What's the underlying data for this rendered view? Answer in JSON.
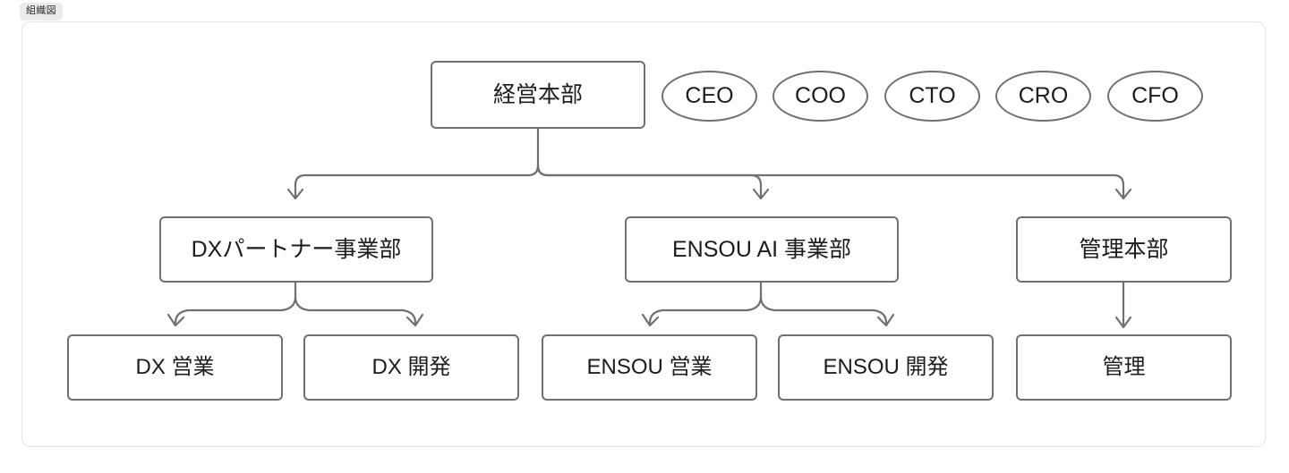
{
  "badge": {
    "label": "組織図"
  },
  "chart_data": {
    "type": "diagram",
    "title": "組織図",
    "orientation": "top-down",
    "levels": [
      {
        "level": 0,
        "nodes": [
          "経営本部"
        ]
      },
      {
        "level": 1,
        "nodes": [
          "DXパートナー事業部",
          "ENSOU AI 事業部",
          "管理本部"
        ]
      },
      {
        "level": 2,
        "nodes": [
          "DX 営業",
          "DX 開発",
          "ENSOU 営業",
          "ENSOU 開発",
          "管理"
        ]
      }
    ],
    "edges": [
      {
        "from": "経営本部",
        "to": "DXパートナー事業部"
      },
      {
        "from": "経営本部",
        "to": "ENSOU AI 事業部"
      },
      {
        "from": "経営本部",
        "to": "管理本部"
      },
      {
        "from": "DXパートナー事業部",
        "to": "DX 営業"
      },
      {
        "from": "DXパートナー事業部",
        "to": "DX 開発"
      },
      {
        "from": "ENSOU AI 事業部",
        "to": "ENSOU 営業"
      },
      {
        "from": "ENSOU AI 事業部",
        "to": "ENSOU 開発"
      },
      {
        "from": "管理本部",
        "to": "管理"
      }
    ],
    "detached_nodes": [
      "CEO",
      "COO",
      "CTO",
      "CRO",
      "CFO"
    ]
  },
  "nodes": {
    "root": {
      "label": "経営本部"
    },
    "division_dx": {
      "label": "DXパートナー事業部"
    },
    "division_ensou": {
      "label": "ENSOU AI 事業部"
    },
    "division_admin": {
      "label": "管理本部"
    },
    "team_dx_sales": {
      "label": "DX 営業"
    },
    "team_dx_dev": {
      "label": "DX 開発"
    },
    "team_ensou_sales": {
      "label": "ENSOU 営業"
    },
    "team_ensou_dev": {
      "label": "ENSOU 開発"
    },
    "team_admin": {
      "label": "管理"
    }
  },
  "roles": [
    {
      "label": "CEO"
    },
    {
      "label": "COO"
    },
    {
      "label": "CTO"
    },
    {
      "label": "CRO"
    },
    {
      "label": "CFO"
    }
  ],
  "colors": {
    "node_border": "#6f7071",
    "node_fill": "#ffffff",
    "connector": "#6f7071",
    "frame_border": "#e4e4e4",
    "badge_bg": "#ebebeb",
    "text": "#1c1c1c"
  }
}
